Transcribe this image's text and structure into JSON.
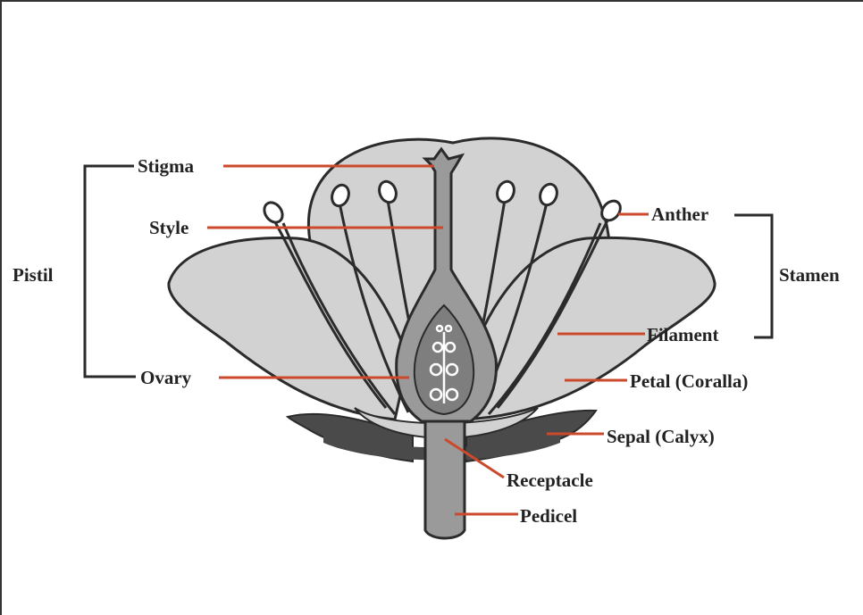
{
  "labels": {
    "stigma": "Stigma",
    "style": "Style",
    "pistil": "Pistil",
    "ovary": "Ovary",
    "anther": "Anther",
    "stamen": "Stamen",
    "filament": "Filament",
    "petal": "Petal (Coralla)",
    "sepal": "Sepal (Calyx)",
    "receptacle": "Receptacle",
    "pedicel": "Pedicel"
  },
  "colors": {
    "petal_fill": "#d2d2d2",
    "outline": "#2b2b2b",
    "ovary_fill": "#9a9a9a",
    "ovary_inner": "#7e7e7e",
    "sepal_fill": "#4a4a4a",
    "pointer_line": "#cc4a2c",
    "bracket": "#2b2b2b"
  }
}
